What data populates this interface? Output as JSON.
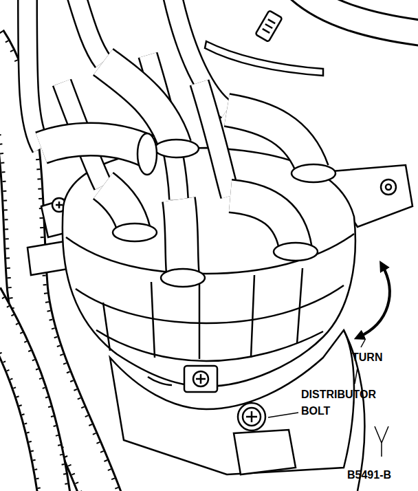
{
  "diagram": {
    "labels": [
      "TURN",
      "DISTRIBUTOR BOLT",
      "B5491-B"
    ]
  }
}
